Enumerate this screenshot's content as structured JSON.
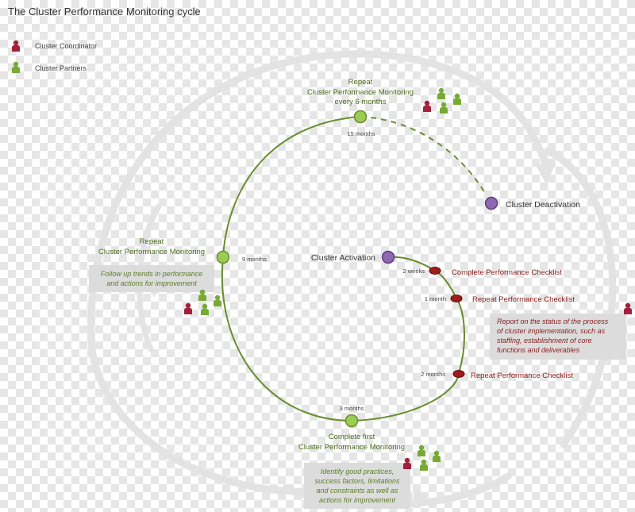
{
  "title": "The Cluster Performance Monitoring cycle",
  "legend": [
    {
      "label": "Cluster Coordinator",
      "icon": "coordinator-icon",
      "color": "#a3203d"
    },
    {
      "label": "Cluster Partners",
      "icon": "partners-icon",
      "color": "#77aa33"
    }
  ],
  "colors": {
    "green_line": "#6a8c2e",
    "green_node": "#9ccc53",
    "purple_node": "#8e69b0",
    "red_node": "#9e1c1c",
    "dark_red_text": "#8a1c1c",
    "green_text": "#4d6b1e",
    "box_fill": "#dcdcdc",
    "grey_arrow": "#e3e3e3"
  },
  "nodes": {
    "top": {
      "lines": [
        "Repeat",
        "Cluster Performance Monitoring",
        "every 6 months"
      ],
      "time": "15 months"
    },
    "left": {
      "lines": [
        "Repeat",
        "Cluster Performance Monitoring"
      ],
      "time": "9 months"
    },
    "bottom": {
      "lines": [
        "Complete first",
        "Cluster Performance Monitoring"
      ],
      "time": "3 months"
    },
    "activation": {
      "label": "Cluster Activation"
    },
    "deactivation": {
      "label": "Cluster Deactivation"
    }
  },
  "checklist": [
    {
      "time": "2 weeks",
      "label": "Complete Performance Checklist"
    },
    {
      "time": "1 month",
      "label": "Repeat Performance Checklist"
    },
    {
      "time": "2 months",
      "label": "Repeat Performance Checklist"
    }
  ],
  "boxes": {
    "left": [
      "Follow up trends in performance",
      "and actions for improvement"
    ],
    "bottom": [
      "Identify good practices,",
      "success factors, limitations",
      "and constraints as well as",
      "actions for improvement"
    ],
    "right": [
      "Report on the status of the process",
      "of cluster implementation, such as",
      "staffing, establishment of core",
      "functions and deliverables"
    ]
  }
}
